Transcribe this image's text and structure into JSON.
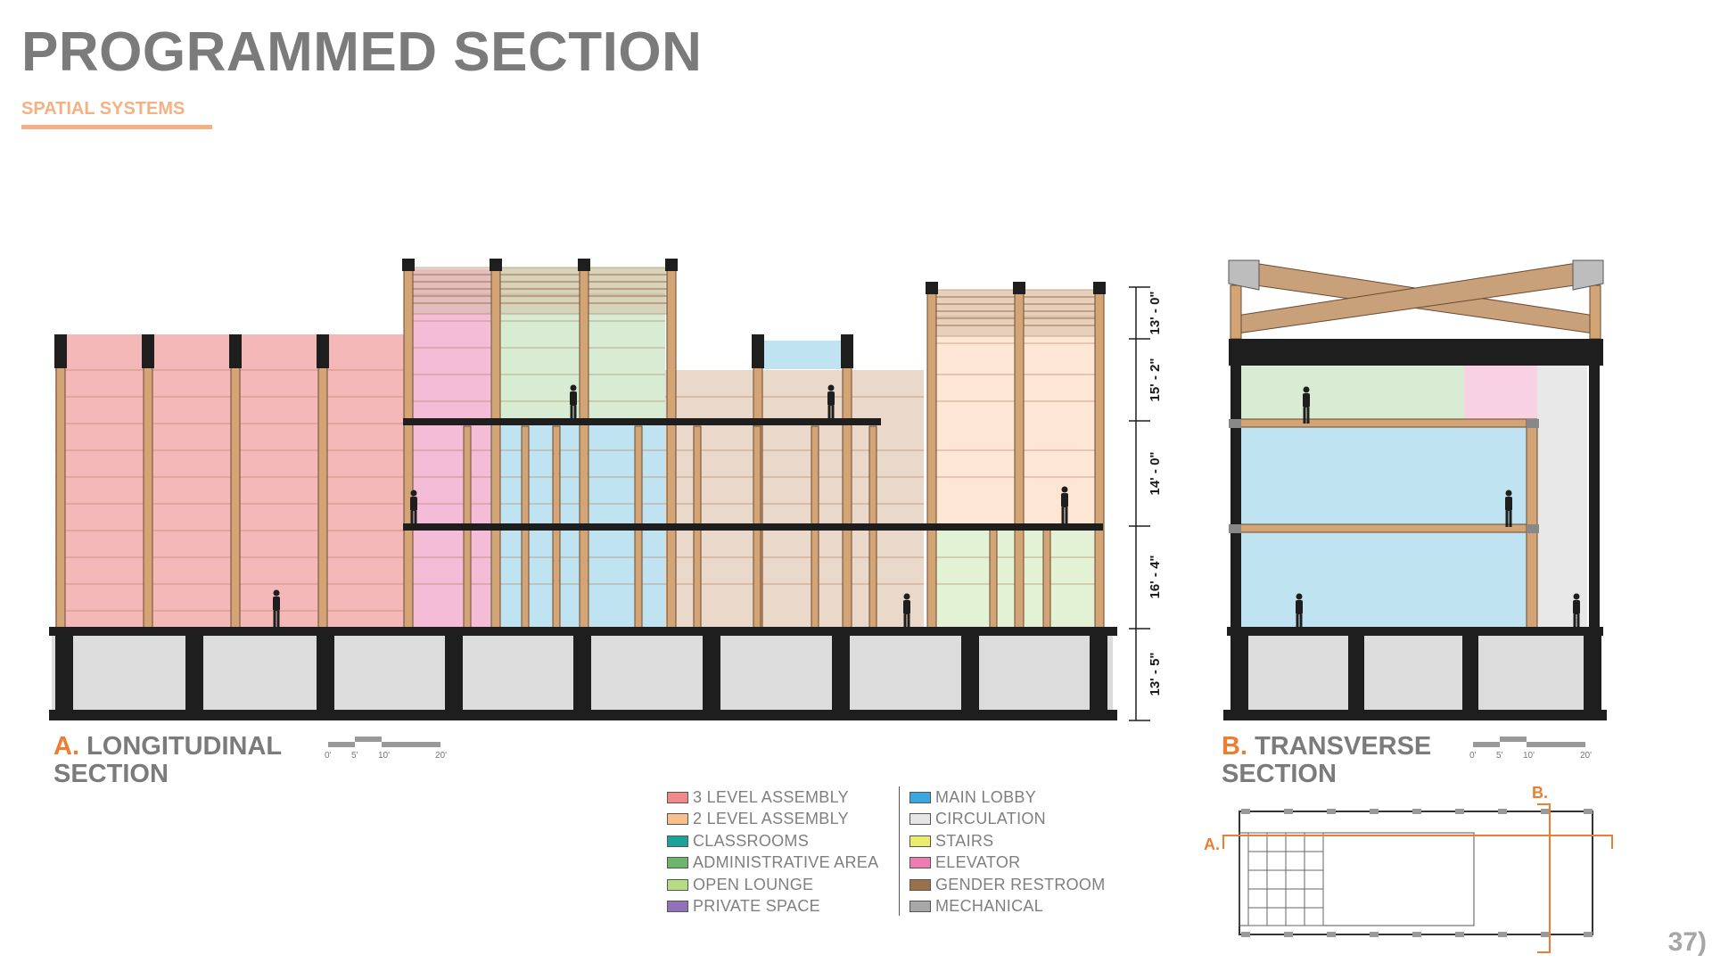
{
  "header": {
    "title": "PROGRAMMED SECTION",
    "subtitle": "SPATIAL SYSTEMS"
  },
  "sections": {
    "a": {
      "letter": "A.",
      "line1": "LONGITUDINAL",
      "line2": "SECTION"
    },
    "b": {
      "letter": "B.",
      "line1": "TRANSVERSE",
      "line2": "SECTION"
    }
  },
  "dimensions": [
    "13' - 0\"",
    "15' - 2\"",
    "14' - 0\"",
    "16' - 4\"",
    "13' - 5\""
  ],
  "scale_bar": {
    "ticks": [
      "0'",
      "5'",
      "10'",
      "20'"
    ]
  },
  "key_plan": {
    "cut_a": "A.",
    "cut_b": "B."
  },
  "legend": {
    "left": [
      {
        "label": "3 LEVEL ASSEMBLY",
        "color": "#f08a8a"
      },
      {
        "label": "2 LEVEL ASSEMBLY",
        "color": "#f9bf8f"
      },
      {
        "label": "CLASSROOMS",
        "color": "#1aa39a"
      },
      {
        "label": "ADMINISTRATIVE AREA",
        "color": "#6db56d"
      },
      {
        "label": "OPEN LOUNGE",
        "color": "#b7db83"
      },
      {
        "label": "PRIVATE SPACE",
        "color": "#9271b9"
      }
    ],
    "right": [
      {
        "label": "MAIN LOBBY",
        "color": "#3aa8de"
      },
      {
        "label": "CIRCULATION",
        "color": "#e6e6e6"
      },
      {
        "label": "STAIRS",
        "color": "#eaed6a"
      },
      {
        "label": "ELEVATOR",
        "color": "#ef7bb2"
      },
      {
        "label": "GENDER RESTROOM",
        "color": "#9a7148"
      },
      {
        "label": "MECHANICAL",
        "color": "#a7a7a7"
      }
    ]
  },
  "page_number": "37)"
}
